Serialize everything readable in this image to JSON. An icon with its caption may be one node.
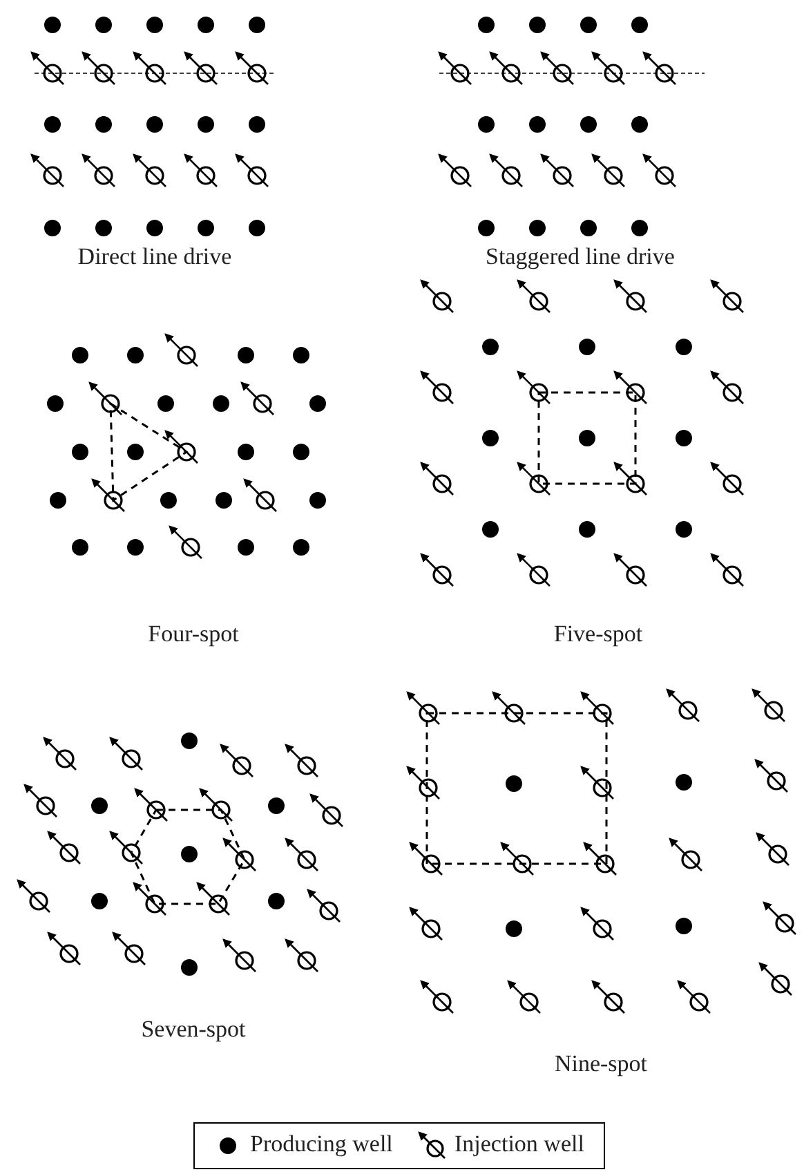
{
  "diagram": {
    "labels": [
      "Direct line drive",
      "Staggered line drive",
      "Four-spot",
      "Five-spot",
      "Seven-spot",
      "Nine-spot"
    ],
    "legend": [
      {
        "text": "Producing well"
      },
      {
        "text": "Injection well"
      }
    ]
  }
}
